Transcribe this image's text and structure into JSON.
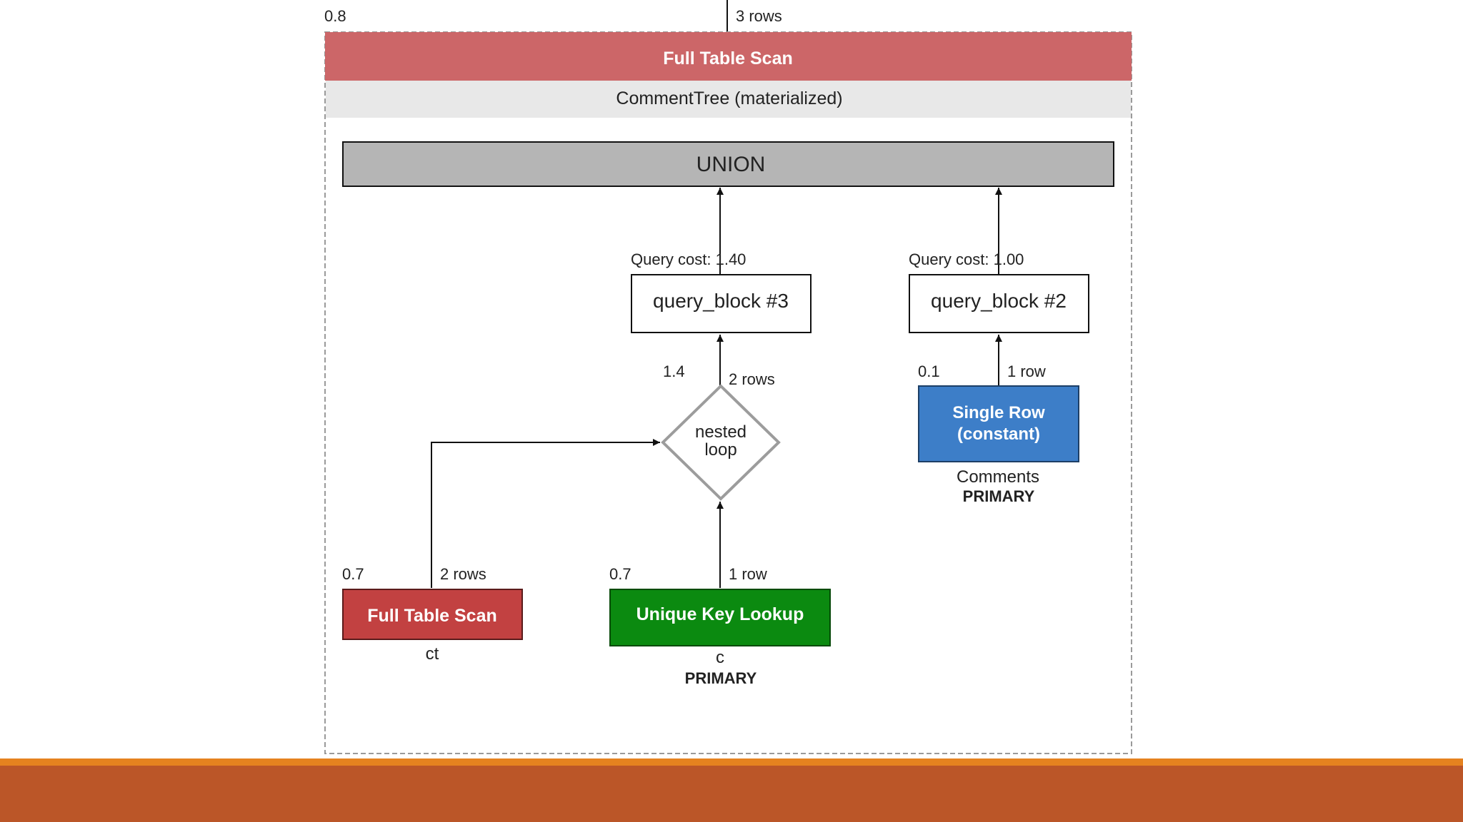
{
  "top": {
    "cost": "0.8",
    "rows": "3 rows"
  },
  "materialized": {
    "header_label": "Full Table Scan",
    "header_color": "#cc6668",
    "table_label": "CommentTree (materialized)"
  },
  "union": {
    "label": "UNION",
    "color": "#b5b5b5"
  },
  "query_block_3": {
    "cost_label": "Query cost: 1.40",
    "label": "query_block #3"
  },
  "query_block_2": {
    "cost_label": "Query cost: 1.00",
    "label": "query_block #2"
  },
  "nested_loop": {
    "cost": "1.4",
    "rows": "2 rows",
    "line1": "nested",
    "line2": "loop"
  },
  "single_row": {
    "cost": "0.1",
    "rows": "1 row",
    "line1": "Single Row",
    "line2": "(constant)",
    "table": "Comments",
    "key": "PRIMARY",
    "color": "#3d7ec8"
  },
  "scan_ct": {
    "cost": "0.7",
    "rows": "2 rows",
    "label": "Full Table Scan",
    "table": "ct",
    "color": "#c24141"
  },
  "lookup_c": {
    "cost": "0.7",
    "rows": "1 row",
    "label": "Unique Key Lookup",
    "table": "c",
    "key": "PRIMARY",
    "color": "#0b8a10"
  },
  "footer": {
    "accent_color": "#e5821f",
    "bar_color": "#bb5628"
  }
}
